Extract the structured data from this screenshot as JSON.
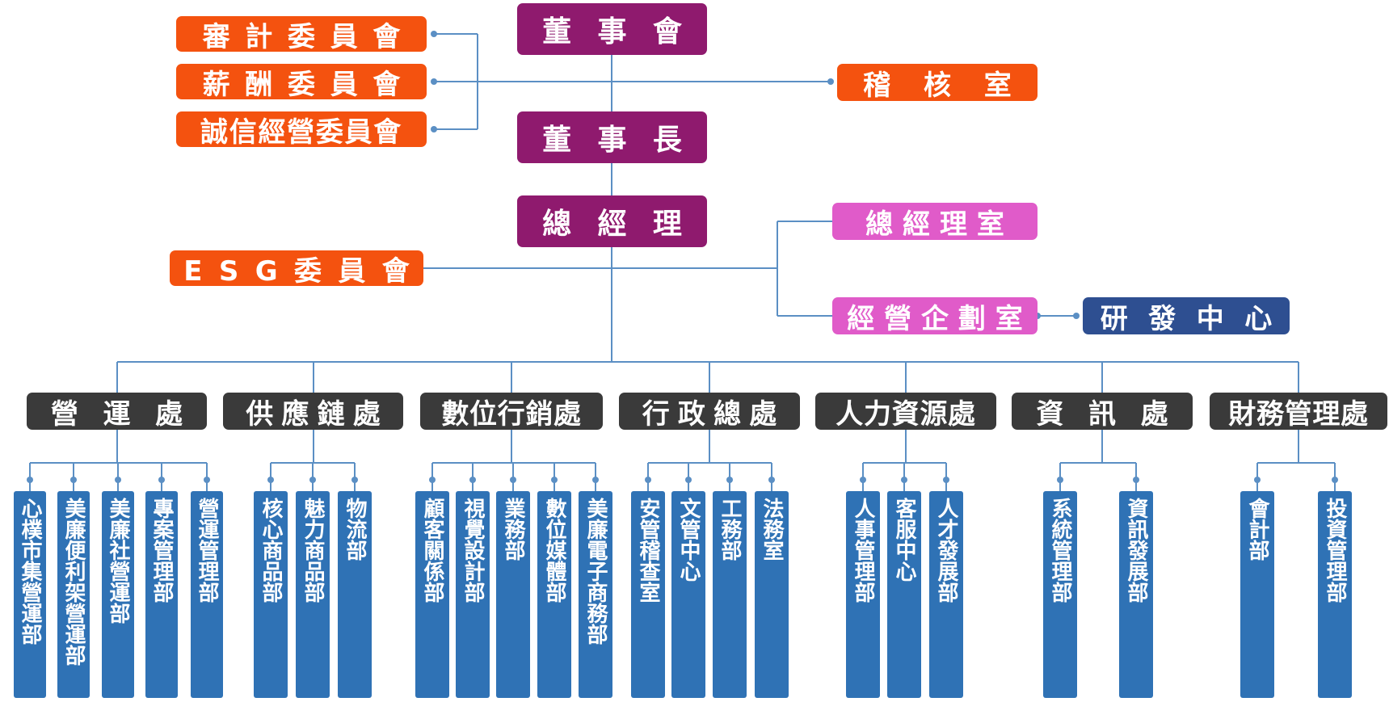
{
  "top": {
    "board": "董事會",
    "chairman": "董事長",
    "gm": "總經理"
  },
  "committees": {
    "audit": "審計委員會",
    "remuneration": "薪酬委員會",
    "integrity": "誠信經營委員會",
    "esg": "ESG委員會"
  },
  "staff": {
    "internal_audit": "稽核室",
    "gm_office": "總經理室",
    "planning": "經營企劃室",
    "rnd": "研發中心"
  },
  "divisions": [
    {
      "name": "營運處",
      "units": [
        "心樸市集營運部",
        "美廉便利架營運部",
        "美廉社營運部",
        "專案管理部",
        "營運管理部"
      ]
    },
    {
      "name": "供應鏈處",
      "units": [
        "核心商品部",
        "魅力商品部",
        "物流部"
      ]
    },
    {
      "name": "數位行銷處",
      "units": [
        "顧客關係部",
        "視覺設計部",
        "業務部",
        "數位媒體部",
        "美廉電子商務部"
      ]
    },
    {
      "name": "行政總處",
      "units": [
        "安管稽查室",
        "文管中心",
        "工務部",
        "法務室"
      ]
    },
    {
      "name": "人力資源處",
      "units": [
        "人事管理部",
        "客服中心",
        "人才發展部"
      ]
    },
    {
      "name": "資訊處",
      "units": [
        "系統管理部",
        "資訊發展部"
      ]
    },
    {
      "name": "財務管理處",
      "units": [
        "會計部",
        "投資管理部"
      ]
    }
  ],
  "colors": {
    "executive": "#8f1a6e",
    "committee": "#f4520f",
    "staff_office": "#e05bc9",
    "rnd": "#2e4f91",
    "division": "#3a3a3a",
    "unit": "#2f72b5",
    "connector": "#5b8fc4"
  }
}
